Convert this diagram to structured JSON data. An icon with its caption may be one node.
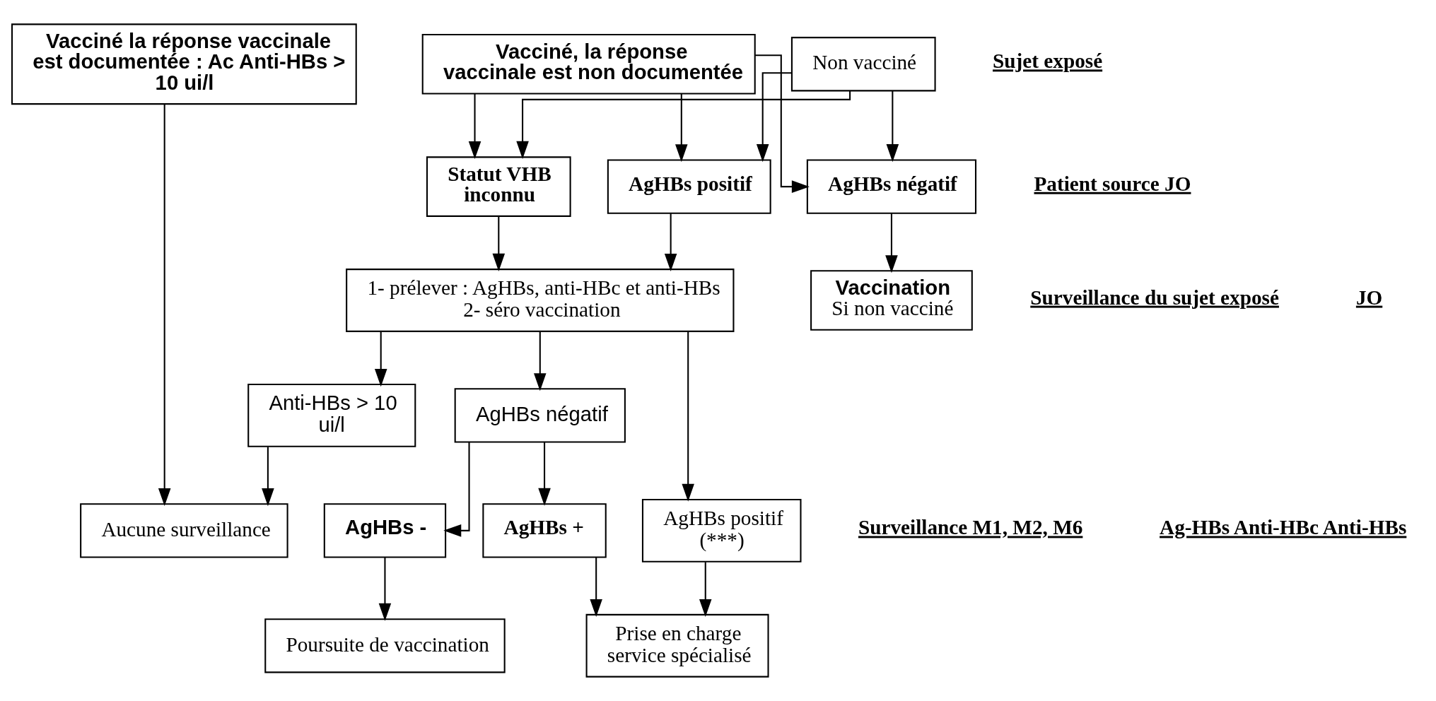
{
  "diagram": {
    "nodes": [
      {
        "text": [
          "Vacciné la réponse vaccinale est documentée : Ac Anti-HBs > 10 ui/l"
        ]
      },
      {
        "text": [
          "Vacciné, la réponse vaccinale est non documentée"
        ]
      },
      {
        "text": [
          "Non vacciné"
        ]
      },
      {
        "text": [
          "AgHBs négatif"
        ]
      },
      {
        "text": [
          "AgHBs positif"
        ]
      },
      {
        "text": [
          "Statut VHB inconnu"
        ]
      },
      {
        "text": [
          "Vaccination",
          "Si non vacciné"
        ]
      },
      {
        "text": [
          "1- prélever : AgHBs, anti-HBc et anti-HBs",
          "2- séro vaccination"
        ]
      },
      {
        "text": [
          "Anti-HBs > 10 ui/l"
        ]
      },
      {
        "text": [
          "AgHBs négatif"
        ]
      },
      {
        "text": [
          "AgHBs positif (***)"
        ]
      },
      {
        "text": [
          "AgHBs -"
        ]
      },
      {
        "text": [
          "AgHBs +"
        ]
      },
      {
        "text": [
          "Poursuite de vaccination"
        ]
      },
      {
        "text": [
          "Prise en charge service spécialisé"
        ]
      },
      {
        "text": [
          "Aucune surveillance"
        ]
      }
    ],
    "edges": [
      {
        "from": 1,
        "to": 3,
        "arrow": "to"
      },
      {
        "from": 1,
        "to": 4,
        "arrow": "to"
      },
      {
        "from": 1,
        "to": 5,
        "arrow": "to"
      },
      {
        "from": 2,
        "to": 3,
        "arrow": "to"
      },
      {
        "from": 2,
        "to": 4,
        "arrow": "to"
      },
      {
        "from": 2,
        "to": 5,
        "arrow": "to"
      },
      {
        "from": 3,
        "to": 6,
        "arrow": "to"
      },
      {
        "from": 4,
        "to": 7,
        "arrow": "to"
      },
      {
        "from": 5,
        "to": 7,
        "arrow": "to"
      },
      {
        "from": 7,
        "to": 8,
        "arrow": "to"
      },
      {
        "from": 7,
        "to": 9,
        "arrow": "to"
      },
      {
        "from": 7,
        "to": 10,
        "arrow": "to"
      },
      {
        "from": 9,
        "to": 11,
        "arrow": "to"
      },
      {
        "from": 9,
        "to": 12,
        "arrow": "to"
      },
      {
        "from": 11,
        "to": 13,
        "arrow": "to"
      },
      {
        "from": 12,
        "to": 14,
        "arrow": "to"
      },
      {
        "from": 10,
        "to": 14,
        "arrow": "to"
      },
      {
        "from": 0,
        "to": 15,
        "arrow": "to"
      },
      {
        "from": 8,
        "to": 15,
        "arrow": "to"
      }
    ],
    "labels": [
      "Sujet exposé",
      "Patient source JO",
      "Surveillance du sujet exposé",
      "JO",
      "Surveillance M1, M2, M6",
      "Ag-HBs Anti-HBc Anti-HBs"
    ]
  }
}
